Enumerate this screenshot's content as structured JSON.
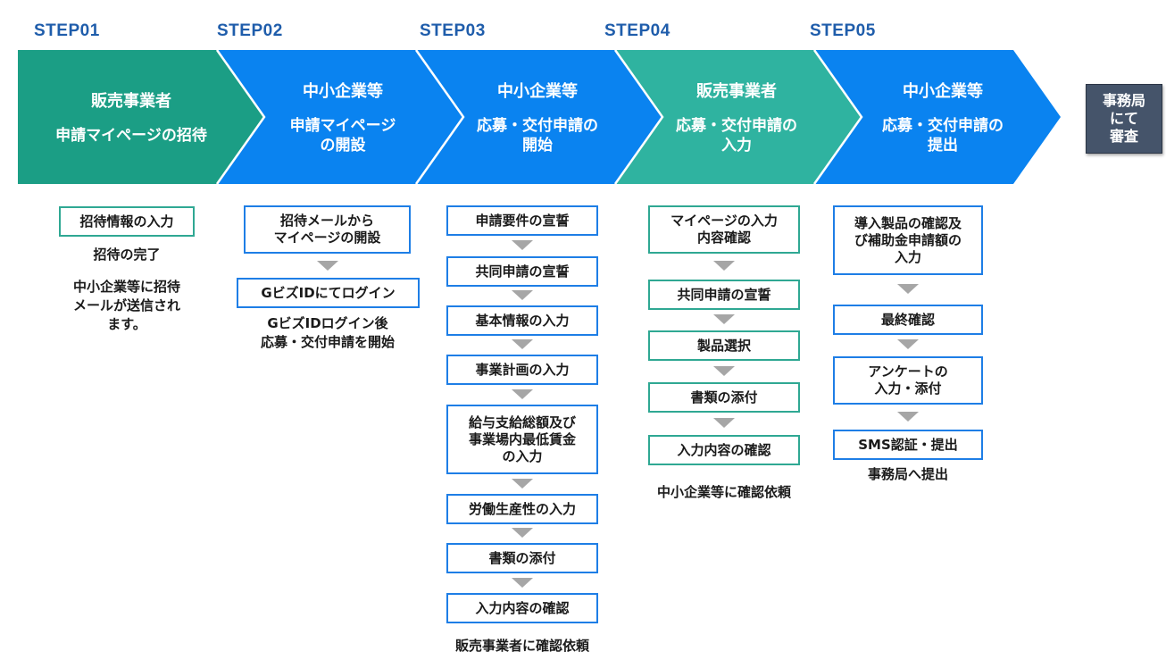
{
  "colors": {
    "teal": "#1b9e85",
    "teal_light": "#2fb3a0",
    "blue": "#0a83f0",
    "step_label": "#1f5dab",
    "end_box": "#45546a"
  },
  "steps": [
    {
      "label": "STEP01",
      "actor": "販売事業者",
      "action": "申請マイページの招待"
    },
    {
      "label": "STEP02",
      "actor": "中小企業等",
      "action": "申請マイページ\nの開設"
    },
    {
      "label": "STEP03",
      "actor": "中小企業等",
      "action": "応募・交付申請の\n開始"
    },
    {
      "label": "STEP04",
      "actor": "販売事業者",
      "action": "応募・交付申請の\n入力"
    },
    {
      "label": "STEP05",
      "actor": "中小企業等",
      "action": "応募・交付申請の\n提出"
    }
  ],
  "end_box": "事務局\nにて\n審査",
  "step1": {
    "box": "招待情報の入力",
    "note1": "招待の完了",
    "note2": "中小企業等に招待\nメールが送信され\nます。"
  },
  "step2": {
    "boxes": [
      "招待メールから\nマイページの開設",
      "GビズIDにてログイン"
    ],
    "note": "GビズIDログイン後\n応募・交付申請を開始"
  },
  "step3": {
    "boxes": [
      "申請要件の宣誓",
      "共同申請の宣誓",
      "基本情報の入力",
      "事業計画の入力",
      "給与支給総額及び\n事業場内最低賃金\nの入力",
      "労働生産性の入力",
      "書類の添付",
      "入力内容の確認"
    ],
    "note": "販売事業者に確認依頼"
  },
  "step4": {
    "boxes": [
      "マイページの入力\n内容確認",
      "共同申請の宣誓",
      "製品選択",
      "書類の添付",
      "入力内容の確認"
    ],
    "note": "中小企業等に確認依頼"
  },
  "step5": {
    "boxes": [
      "導入製品の確認及\nび補助金申請額の\n入力",
      "最終確認",
      "アンケートの\n入力・添付",
      "SMS認証・提出"
    ],
    "note": "事務局へ提出"
  }
}
